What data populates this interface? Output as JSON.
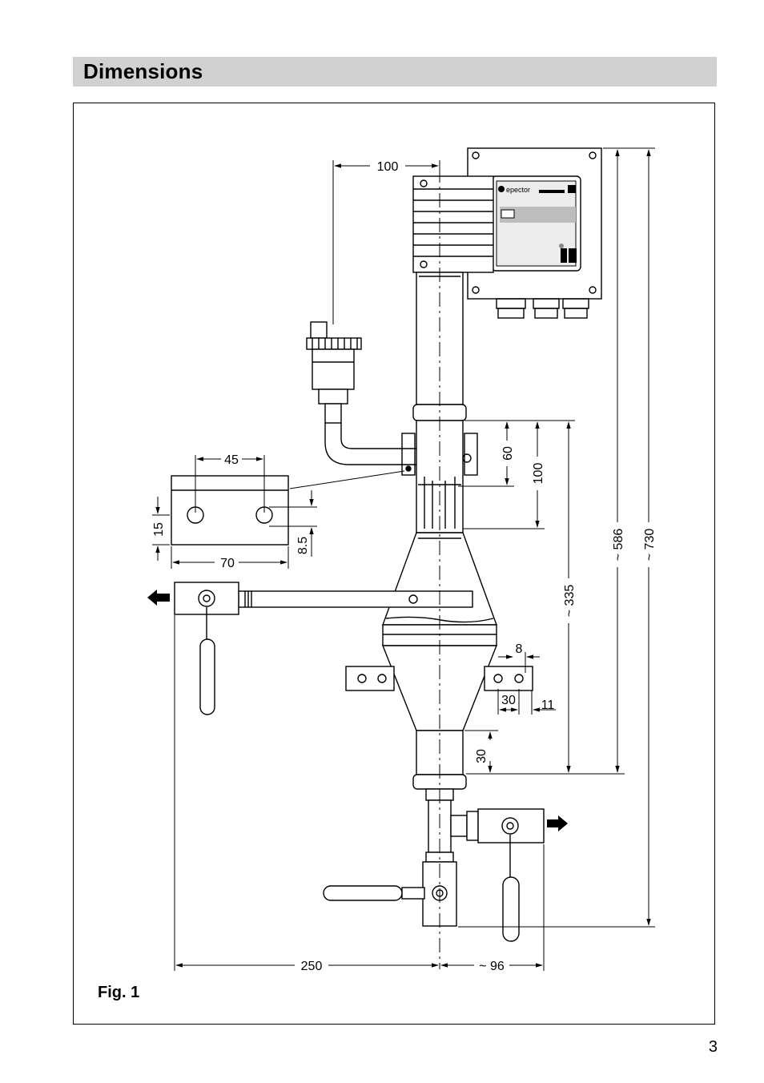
{
  "header": {
    "title": "Dimensions"
  },
  "figure": {
    "caption": "Fig. 1",
    "brand_label": "epector",
    "logo_text": "iF",
    "dimensions": {
      "d100_top": "100",
      "d45": "45",
      "d15": "15",
      "d70": "70",
      "d8_5": "8.5",
      "d60": "60",
      "d100_side": "100",
      "d335": "~ 335",
      "d586": "~ 586",
      "d730": "~ 730",
      "d8": "8",
      "d30_mount": "30",
      "d11": "11",
      "d30_lower": "30",
      "d250": "250",
      "d96": "~ 96"
    }
  },
  "page": {
    "number": "3"
  }
}
